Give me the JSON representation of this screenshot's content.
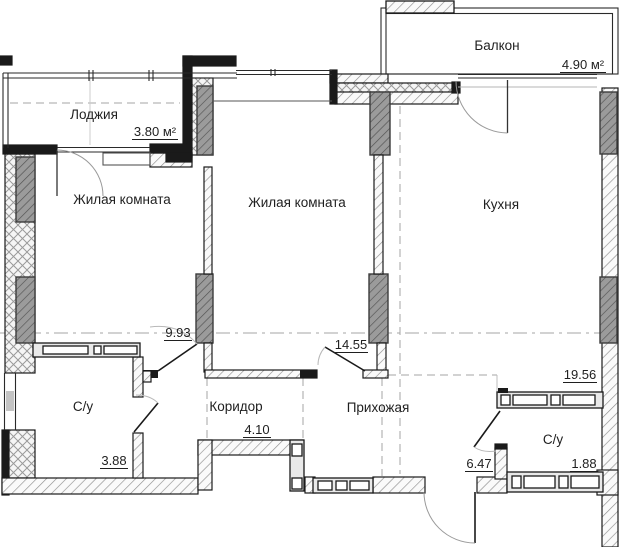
{
  "rooms": {
    "loggia": {
      "label": "Лоджия",
      "area": "3.80 м²"
    },
    "balcony": {
      "label": "Балкон",
      "area": "4.90 м²"
    },
    "living_left": {
      "label": "Жилая комната",
      "area": "9.93"
    },
    "living_middle": {
      "label": "Жилая комната",
      "area": "14.55"
    },
    "kitchen": {
      "label": "Кухня",
      "area": "19.56"
    },
    "bathroom_left": {
      "label": "С/у",
      "area": "3.88"
    },
    "corridor": {
      "label": "Коридор",
      "area": "4.10"
    },
    "hallway": {
      "label": "Прихожая",
      "area": "6.47"
    },
    "bathroom_right": {
      "label": "С/у",
      "area": "1.88"
    }
  },
  "colors": {
    "wall_outline": "#1a1a1a",
    "hatch_line": "#909090",
    "column_fill": "#9b9b9b",
    "axis_line": "#a0a0a0",
    "text": "#1f1f1f"
  }
}
